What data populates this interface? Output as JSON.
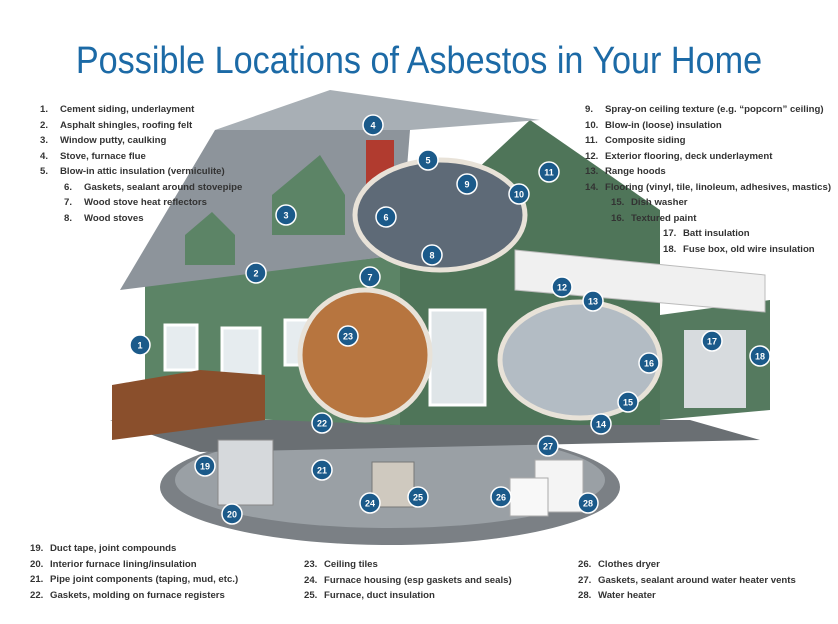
{
  "title": "Possible Locations of Asbestos in Your Home",
  "legend_top_left": [
    {
      "n": "1.",
      "t": "Cement siding, underlayment"
    },
    {
      "n": "2.",
      "t": "Asphalt shingles, roofing felt"
    },
    {
      "n": "3.",
      "t": "Window putty, caulking"
    },
    {
      "n": "4.",
      "t": "Stove, furnace flue"
    },
    {
      "n": "5.",
      "t": "Blow-in attic insulation (vermiculite)"
    },
    {
      "n": "6.",
      "t": "Gaskets, sealant around stovepipe"
    },
    {
      "n": "7.",
      "t": "Wood stove heat reflectors"
    },
    {
      "n": "8.",
      "t": "Wood stoves"
    }
  ],
  "legend_top_right": [
    {
      "n": "9.",
      "t": "Spray-on ceiling texture (e.g. “popcorn” ceiling)"
    },
    {
      "n": "10.",
      "t": "Blow-in (loose) insulation"
    },
    {
      "n": "11.",
      "t": "Composite siding"
    },
    {
      "n": "12.",
      "t": "Exterior flooring, deck underlayment"
    },
    {
      "n": "13.",
      "t": "Range hoods"
    },
    {
      "n": "14.",
      "t": "Flooring (vinyl, tile, linoleum, adhesives, mastics)"
    },
    {
      "n": "15.",
      "t": "Dish washer"
    },
    {
      "n": "16.",
      "t": "Textured paint"
    },
    {
      "n": "17.",
      "t": "Batt insulation"
    },
    {
      "n": "18.",
      "t": "Fuse box, old wire insulation"
    }
  ],
  "legend_bottom_left": [
    {
      "n": "19.",
      "t": "Duct tape, joint compounds"
    },
    {
      "n": "20.",
      "t": "Interior furnace lining/insulation"
    },
    {
      "n": "21.",
      "t": "Pipe joint components (taping, mud, etc.)"
    },
    {
      "n": "22.",
      "t": "Gaskets, molding on furnace registers"
    }
  ],
  "legend_bottom_mid": [
    {
      "n": "23.",
      "t": "Ceiling tiles"
    },
    {
      "n": "24.",
      "t": "Furnace housing (esp gaskets and seals)"
    },
    {
      "n": "25.",
      "t": "Furnace, duct insulation"
    }
  ],
  "legend_bottom_right": [
    {
      "n": "26.",
      "t": "Clothes dryer"
    },
    {
      "n": "27.",
      "t": "Gaskets, sealant around water heater vents"
    },
    {
      "n": "28.",
      "t": "Water heater"
    }
  ],
  "markers": [
    "1",
    "2",
    "3",
    "4",
    "5",
    "6",
    "7",
    "8",
    "9",
    "10",
    "11",
    "12",
    "13",
    "14",
    "15",
    "16",
    "17",
    "18",
    "19",
    "20",
    "21",
    "22",
    "23",
    "24",
    "25",
    "26",
    "27",
    "28"
  ],
  "colors": {
    "title": "#1c6aa6",
    "marker": "#1b5a8a",
    "siding": "#557a5f",
    "roof": "#8d949b",
    "basement": "#6f7478"
  }
}
